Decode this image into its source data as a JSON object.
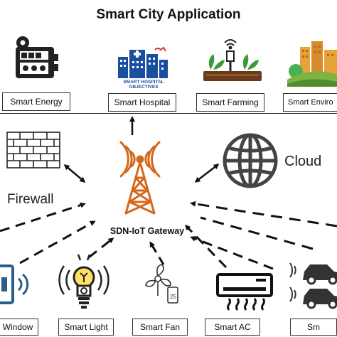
{
  "title": "Smart City Application",
  "applications": [
    {
      "label": "Smart Energy",
      "icon": "energy-meter-icon"
    },
    {
      "label": "Smart Hospital",
      "icon": "hospital-building-icon",
      "badge_text": "SMART HOSPITAL OBJECTIVES"
    },
    {
      "label": "Smart Farming",
      "icon": "farming-plants-icon"
    },
    {
      "label": "Smart Enviro",
      "icon": "environment-city-icon"
    }
  ],
  "gateway": {
    "label": "SDN-IoT Gateway",
    "icon": "antenna-tower-icon"
  },
  "firewall": {
    "label": "Firewall",
    "icon": "brick-wall-icon"
  },
  "cloud": {
    "label": "Cloud",
    "icon": "globe-icon"
  },
  "devices": [
    {
      "label": "Window",
      "icon": "window-sensor-icon"
    },
    {
      "label": "Smart Light",
      "icon": "light-bulb-icon"
    },
    {
      "label": "Smart Fan",
      "icon": "fan-icon"
    },
    {
      "label": "Smart AC",
      "icon": "air-conditioner-icon"
    },
    {
      "label": "Sm",
      "icon": "cars-icon"
    }
  ],
  "colors": {
    "antenna": "#d2691e",
    "hospital": "#1a4fa0",
    "plants": "#3a9a3a",
    "lines": "#111111"
  }
}
